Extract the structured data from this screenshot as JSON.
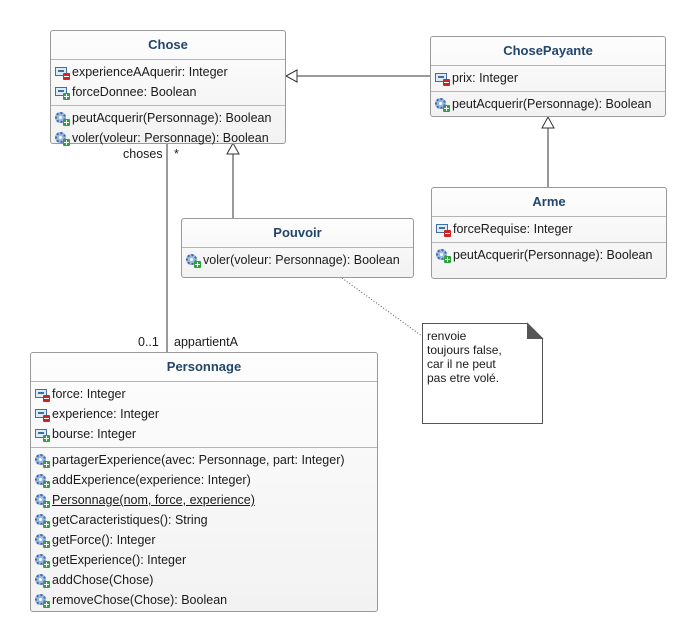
{
  "classes": {
    "chose": {
      "name": "Chose",
      "attributes": [
        {
          "text": "experienceAAquerir: Integer",
          "visibility": "private"
        },
        {
          "text": "forceDonnee: Boolean",
          "visibility": "public"
        }
      ],
      "operations": [
        {
          "text": "peutAcquerir(Personnage): Boolean"
        },
        {
          "text": "voler(voleur: Personnage): Boolean"
        }
      ]
    },
    "chosePayante": {
      "name": "ChosePayante",
      "attributes": [
        {
          "text": "prix: Integer",
          "visibility": "private"
        }
      ],
      "operations": [
        {
          "text": "peutAcquerir(Personnage): Boolean"
        }
      ]
    },
    "arme": {
      "name": "Arme",
      "attributes": [
        {
          "text": "forceRequise: Integer",
          "visibility": "private"
        }
      ],
      "operations": [
        {
          "text": "peutAcquerir(Personnage): Boolean"
        }
      ]
    },
    "pouvoir": {
      "name": "Pouvoir",
      "operations": [
        {
          "text": "voler(voleur: Personnage): Boolean"
        }
      ]
    },
    "personnage": {
      "name": "Personnage",
      "attributes": [
        {
          "text": "force: Integer",
          "visibility": "private"
        },
        {
          "text": "experience: Integer",
          "visibility": "private"
        },
        {
          "text": "bourse: Integer",
          "visibility": "public"
        }
      ],
      "operations": [
        {
          "text": "partagerExperience(avec: Personnage, part: Integer)"
        },
        {
          "text": "addExperience(experience: Integer)"
        },
        {
          "text": "Personnage(nom, force, experience)",
          "static": true
        },
        {
          "text": "getCaracteristiques(): String"
        },
        {
          "text": "getForce(): Integer"
        },
        {
          "text": "getExperience(): Integer"
        },
        {
          "text": "addChose(Chose)"
        },
        {
          "text": "removeChose(Chose): Boolean"
        }
      ]
    }
  },
  "association": {
    "role_chose": "choses",
    "mult_chose": "*",
    "mult_personnage": "0..1",
    "role_personnage": "appartientA"
  },
  "note": {
    "text": "renvoie\ntoujours false,\ncar il ne peut\npas etre volé."
  },
  "colors": {
    "class_title": "#23466b",
    "private_badge": "#d32222",
    "public_badge": "#2aa33a",
    "border": "#9a9a9a"
  }
}
